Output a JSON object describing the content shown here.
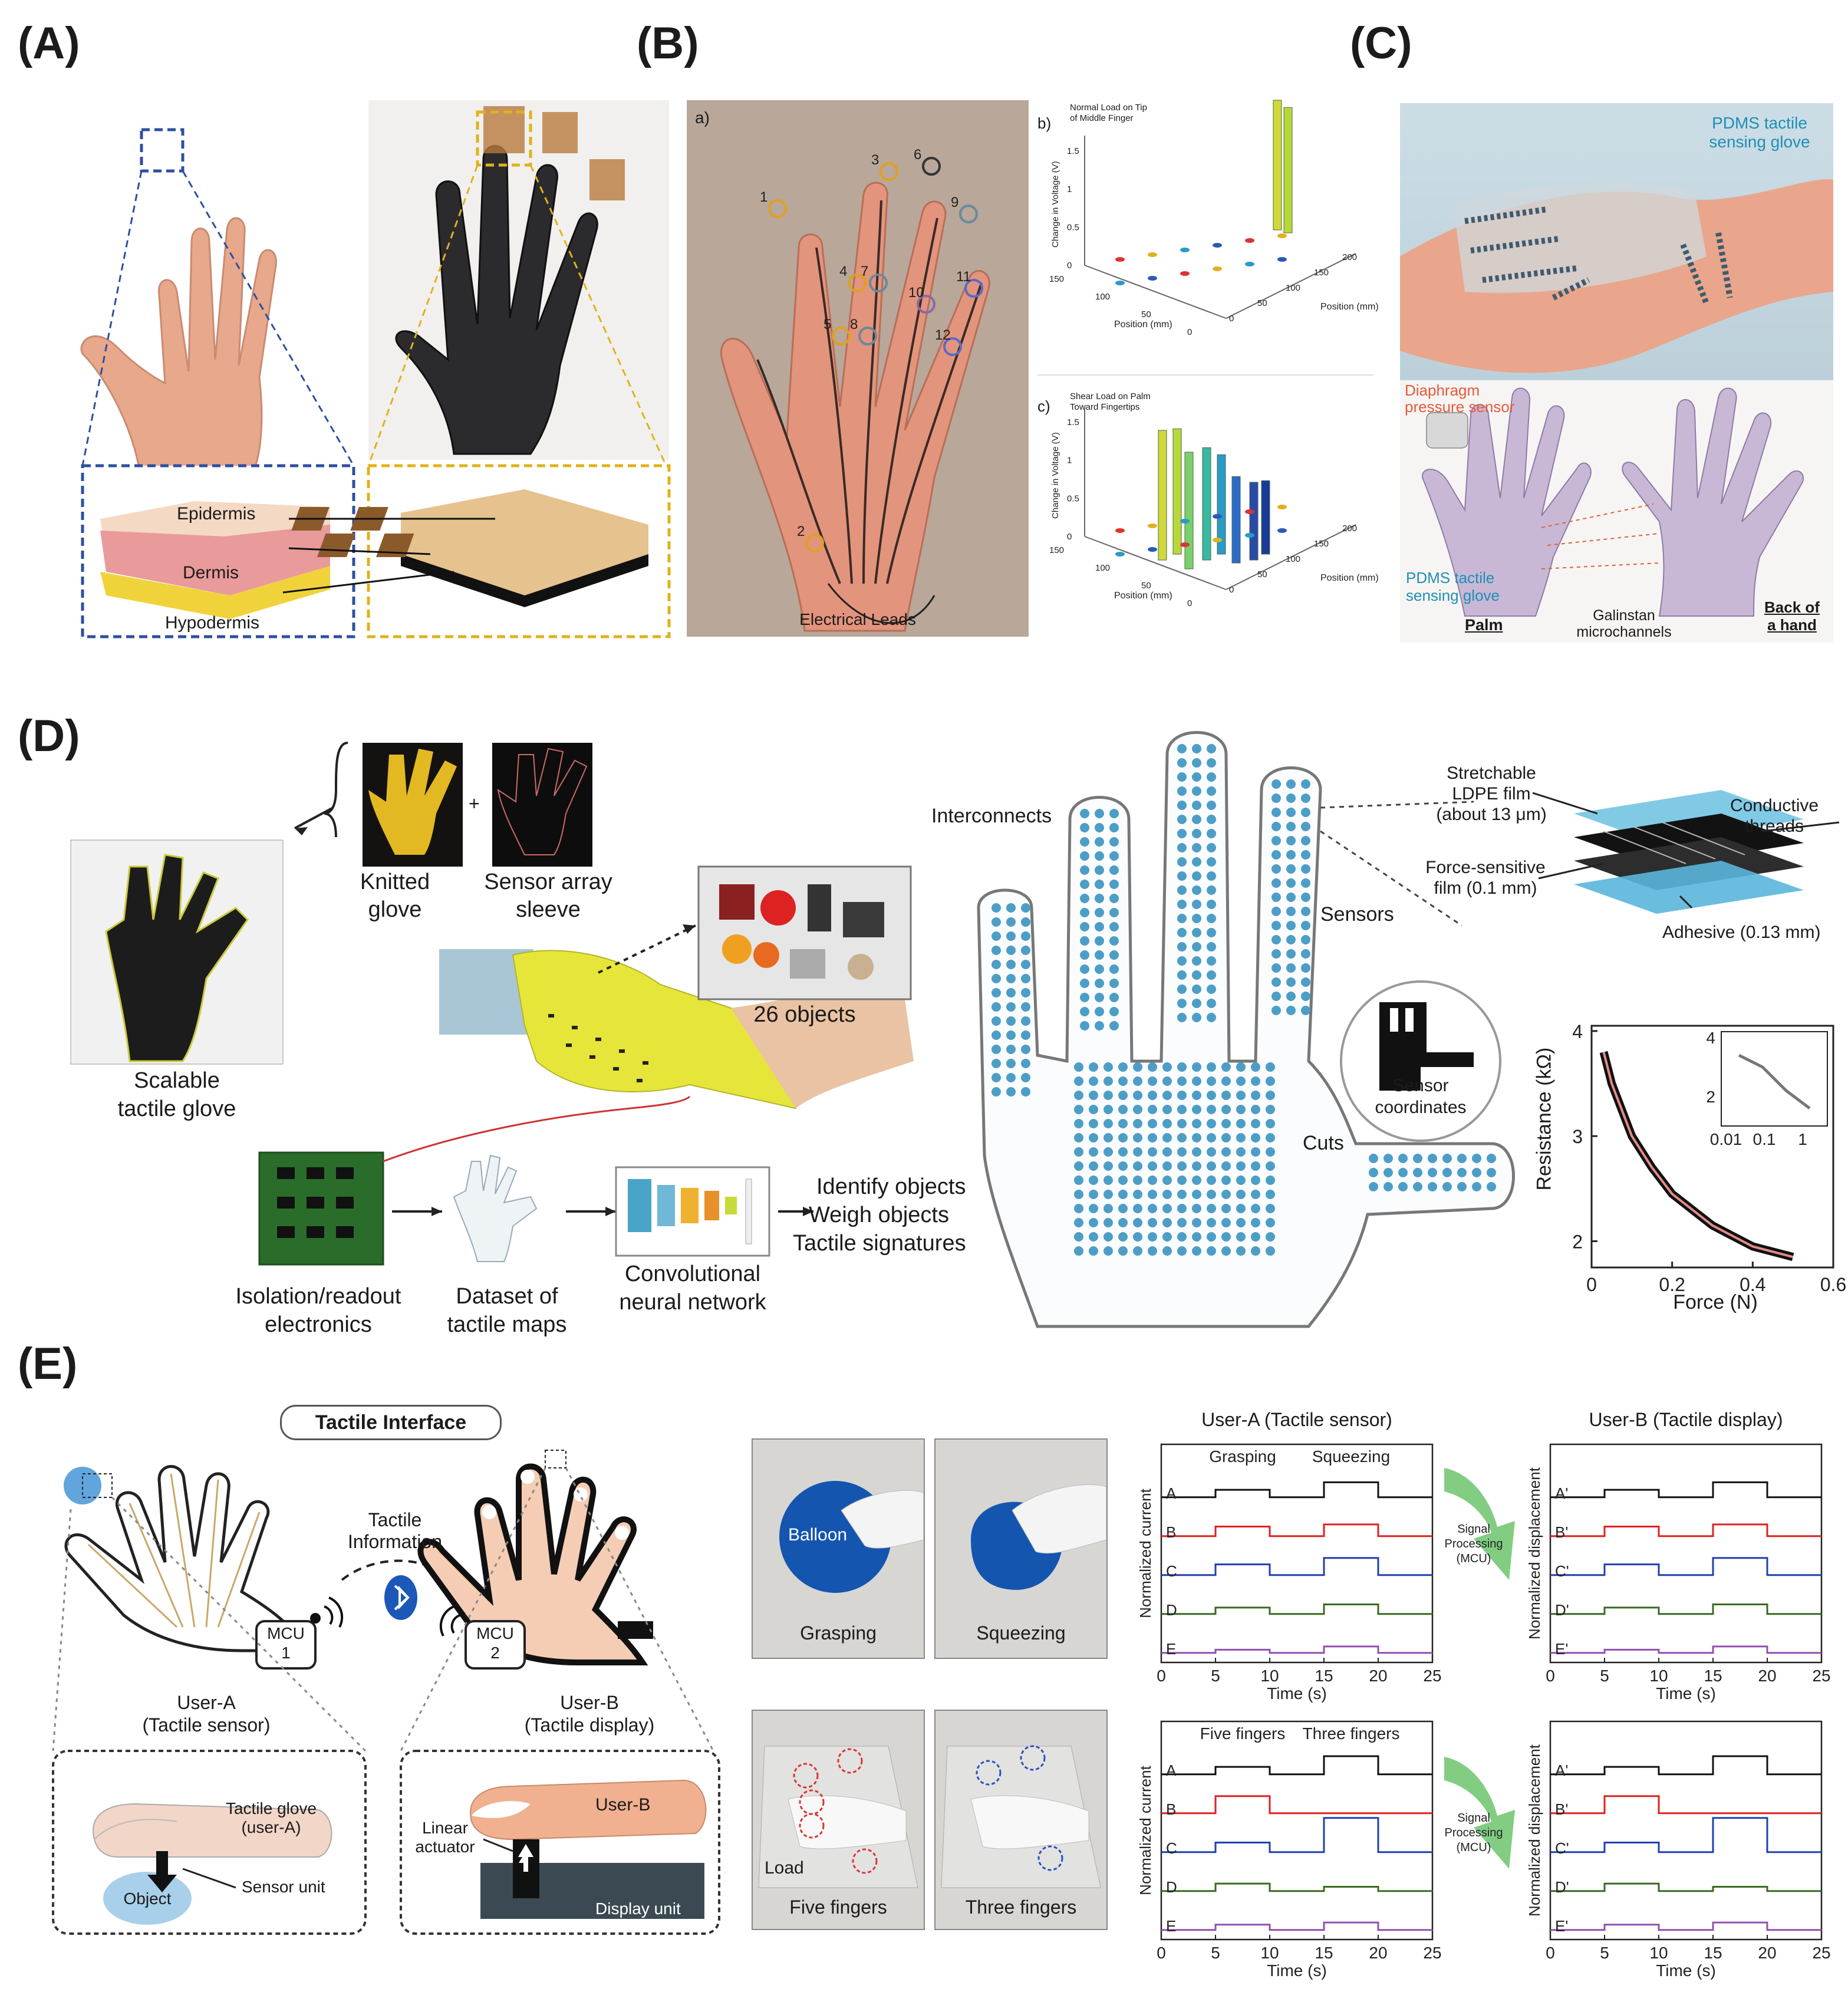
{
  "panels": {
    "a": {
      "label": "(A)",
      "skin_layers": [
        "Epidermis",
        "Dermis",
        "Hypodermis"
      ]
    },
    "b": {
      "label": "(B)",
      "photo_label": "a)",
      "electrical_leads": "Electrical Leads",
      "sensor_numbers": [
        "1",
        "2",
        "3",
        "4",
        "5",
        "6",
        "7",
        "8",
        "9",
        "10",
        "11",
        "12"
      ],
      "chart_b": {
        "tag": "b)",
        "title_line1": "Normal Load on Tip",
        "title_line2": "of Middle Finger",
        "ylabel": "Change in Voltage (V)",
        "yticks": [
          "0",
          "0.5",
          "1",
          "1.5"
        ],
        "x_label": "Position (mm)",
        "x_ticks": [
          "150",
          "100",
          "50",
          "0"
        ],
        "y_label": "Position (mm)",
        "y_ticks": [
          "0",
          "50",
          "100",
          "150",
          "200"
        ]
      },
      "chart_c": {
        "tag": "c)",
        "title_line1": "Shear Load on Palm",
        "title_line2": "Toward Fingertips",
        "ylabel": "Change in Voltage (V)",
        "yticks": [
          "0",
          "0.5",
          "1",
          "1.5"
        ],
        "x_label": "Position (mm)",
        "x_ticks": [
          "150",
          "100",
          "50",
          "0"
        ],
        "y_label": "Position (mm)",
        "y_ticks": [
          "0",
          "50",
          "100",
          "150",
          "200"
        ]
      }
    },
    "c": {
      "label": "(C)",
      "pdms_top_l1": "PDMS tactile",
      "pdms_top_l2": "sensing glove",
      "diaphragm_l1": "Diaphragm",
      "diaphragm_l2": "pressure sensor",
      "pdms_bottom_l1": "PDMS tactile",
      "pdms_bottom_l2": "sensing glove",
      "palm": "Palm",
      "galinstan_l1": "Galinstan",
      "galinstan_l2": "microchannels",
      "back_l1": "Back of",
      "back_l2": "a hand"
    },
    "d": {
      "label": "(D)",
      "knitted_l1": "Knitted",
      "knitted_l2": "glove",
      "plus": "+",
      "sleeve_l1": "Sensor array",
      "sleeve_l2": "sleeve",
      "scalable_l1": "Scalable",
      "scalable_l2": "tactile glove",
      "objects": "26 objects",
      "isolation_l1": "Isolation/readout",
      "isolation_l2": "electronics",
      "dataset_l1": "Dataset of",
      "dataset_l2": "tactile maps",
      "cnn_l1": "Convolutional",
      "cnn_l2": "neural network",
      "outputs": [
        "Identify objects",
        "Weigh objects",
        "Tactile signatures"
      ],
      "interconnects": "Interconnects",
      "sensors": "Sensors",
      "cuts": "Cuts",
      "coord_l1": "Sensor",
      "coord_l2": "coordinates",
      "ldpe_l1": "Stretchable",
      "ldpe_l2": "LDPE film",
      "ldpe_l3": "(about 13 μm)",
      "conductive_l1": "Conductive",
      "conductive_l2": "threads",
      "fsf_l1": "Force-sensitive",
      "fsf_l2": "film (0.1 mm)",
      "adhesive": "Adhesive (0.13 mm)",
      "resistance_chart": {
        "xlabel": "Force (N)",
        "ylabel": "Resistance (kΩ)",
        "xticks": [
          "0",
          "0.2",
          "0.4",
          "0.6"
        ],
        "yticks": [
          "2",
          "3",
          "4"
        ],
        "inset_xticks": [
          "0.01",
          "0.1",
          "1"
        ],
        "inset_yticks": [
          "2",
          "4"
        ]
      }
    },
    "e": {
      "label": "(E)",
      "tactile_interface": "Tactile Interface",
      "tactile_info_l1": "Tactile",
      "tactile_info_l2": "Information",
      "mcu1_l1": "MCU",
      "mcu1_l2": "1",
      "mcu2_l1": "MCU",
      "mcu2_l2": "2",
      "user_a_l1": "User-A",
      "user_a_l2": "(Tactile sensor)",
      "user_b_l1": "User-B",
      "user_b_l2": "(Tactile display)",
      "glove_l1": "Tactile glove",
      "glove_l2": "(user-A)",
      "object": "Object",
      "sensor_unit": "Sensor unit",
      "linear_l1": "Linear",
      "linear_l2": "actuator",
      "user_b_finger": "User-B",
      "display_unit": "Display unit",
      "photos": [
        "Balloon",
        "Grasping",
        "Squeezing",
        "Load",
        "Five fingers",
        "Three fingers"
      ],
      "title_a": "User-A (Tactile sensor)",
      "title_b": "User-B (Tactile display)",
      "signal_l1": "Signal",
      "signal_l2": "Processing",
      "signal_l3": "(MCU)",
      "ylabel_a": "Normalized current",
      "ylabel_b": "Normalized displacement",
      "xlabel": "Time (s)",
      "xticks": [
        "0",
        "5",
        "10",
        "15",
        "20",
        "25"
      ],
      "top_events": [
        "Grasping",
        "Squeezing"
      ],
      "bottom_events": [
        "Five fingers",
        "Three fingers"
      ],
      "channels_a": [
        "A",
        "B",
        "C",
        "D",
        "E"
      ],
      "channels_b": [
        "A'",
        "B'",
        "C'",
        "D'",
        "E'"
      ]
    }
  },
  "chart_data": [
    {
      "type": "bar",
      "title": "Normal Load on Tip of Middle Finger",
      "xlabel": "Position (mm)",
      "ylabel": "Change in Voltage (V)",
      "ylim": [
        0,
        1.5
      ],
      "series": [
        {
          "name": "",
          "values": [
            1.5,
            1.45
          ]
        }
      ]
    },
    {
      "type": "bar",
      "title": "Shear Load on Palm Toward Fingertips",
      "xlabel": "Position (mm)",
      "ylabel": "Change in Voltage (V)",
      "ylim": [
        0,
        1.5
      ],
      "series": [
        {
          "name": "",
          "values": [
            1.5,
            1.45,
            1.35,
            1.3,
            1.15,
            1.0,
            0.9,
            0.85
          ]
        }
      ]
    },
    {
      "type": "line",
      "xlabel": "Force (N)",
      "ylabel": "Resistance (kΩ)",
      "xlim": [
        0,
        0.6
      ],
      "ylim": [
        1.75,
        4.05
      ],
      "x": [
        0.03,
        0.05,
        0.08,
        0.1,
        0.15,
        0.2,
        0.25,
        0.3,
        0.35,
        0.4,
        0.45,
        0.5
      ],
      "series": [
        {
          "name": "",
          "values": [
            3.8,
            3.5,
            3.2,
            3.0,
            2.7,
            2.45,
            2.3,
            2.15,
            2.05,
            1.95,
            1.9,
            1.85
          ]
        }
      ]
    },
    {
      "type": "line",
      "title": "User-A (Tactile sensor)",
      "xlabel": "Time (s)",
      "ylabel": "Normalized current",
      "xlim": [
        0,
        25
      ],
      "x": [
        0,
        5,
        5,
        10,
        10,
        15,
        15,
        20,
        20,
        25
      ],
      "series": [
        {
          "name": "A",
          "values": [
            0,
            0,
            0.35,
            0.35,
            0,
            0,
            0.7,
            0.7,
            0,
            0
          ]
        },
        {
          "name": "B",
          "values": [
            0,
            0,
            0.45,
            0.45,
            0,
            0,
            0.55,
            0.55,
            0,
            0
          ]
        },
        {
          "name": "C",
          "values": [
            0,
            0,
            0.5,
            0.5,
            0,
            0,
            0.8,
            0.8,
            0,
            0
          ]
        },
        {
          "name": "D",
          "values": [
            0,
            0,
            0.3,
            0.3,
            0,
            0,
            0.45,
            0.45,
            0,
            0
          ]
        },
        {
          "name": "E",
          "values": [
            0,
            0,
            0.15,
            0.15,
            0,
            0,
            0.3,
            0.3,
            0,
            0
          ]
        }
      ]
    },
    {
      "type": "line",
      "title": "User-B (Tactile display)",
      "xlabel": "Time (s)",
      "ylabel": "Normalized displacement",
      "xlim": [
        0,
        25
      ],
      "x": [
        0,
        5,
        5,
        10,
        10,
        15,
        15,
        20,
        20,
        25
      ],
      "series": [
        {
          "name": "A'",
          "values": [
            0,
            0,
            0.35,
            0.35,
            0,
            0,
            0.7,
            0.7,
            0,
            0
          ]
        },
        {
          "name": "B'",
          "values": [
            0,
            0,
            0.45,
            0.45,
            0,
            0,
            0.55,
            0.55,
            0,
            0
          ]
        },
        {
          "name": "C'",
          "values": [
            0,
            0,
            0.5,
            0.5,
            0,
            0,
            0.8,
            0.8,
            0,
            0
          ]
        },
        {
          "name": "D'",
          "values": [
            0,
            0,
            0.3,
            0.3,
            0,
            0,
            0.45,
            0.45,
            0,
            0
          ]
        },
        {
          "name": "E'",
          "values": [
            0,
            0,
            0.15,
            0.15,
            0,
            0,
            0.3,
            0.3,
            0,
            0
          ]
        }
      ]
    },
    {
      "type": "line",
      "xlabel": "Time (s)",
      "ylabel": "Normalized current",
      "xlim": [
        0,
        25
      ],
      "x": [
        0,
        5,
        5,
        10,
        10,
        15,
        15,
        20,
        20,
        25
      ],
      "series": [
        {
          "name": "A",
          "values": [
            0,
            0,
            0.35,
            0.35,
            0,
            0,
            0.85,
            0.85,
            0,
            0
          ]
        },
        {
          "name": "B",
          "values": [
            0,
            0,
            0.8,
            0.8,
            0,
            0,
            0,
            0,
            0,
            0
          ]
        },
        {
          "name": "C",
          "values": [
            0,
            0,
            0.45,
            0.45,
            0,
            0,
            1.6,
            1.6,
            0,
            0
          ]
        },
        {
          "name": "D",
          "values": [
            0,
            0,
            0.35,
            0.35,
            0,
            0,
            0.2,
            0.2,
            0,
            0
          ]
        },
        {
          "name": "E",
          "values": [
            0,
            0,
            0.25,
            0.25,
            0,
            0,
            0.35,
            0.35,
            0,
            0
          ]
        }
      ]
    },
    {
      "type": "line",
      "xlabel": "Time (s)",
      "ylabel": "Normalized displacement",
      "xlim": [
        0,
        25
      ],
      "x": [
        0,
        5,
        5,
        10,
        10,
        15,
        15,
        20,
        20,
        25
      ],
      "series": [
        {
          "name": "A'",
          "values": [
            0,
            0,
            0.35,
            0.35,
            0,
            0,
            0.85,
            0.85,
            0,
            0
          ]
        },
        {
          "name": "B'",
          "values": [
            0,
            0,
            0.8,
            0.8,
            0,
            0,
            0,
            0,
            0,
            0
          ]
        },
        {
          "name": "C'",
          "values": [
            0,
            0,
            0.45,
            0.45,
            0,
            0,
            1.6,
            1.6,
            0,
            0
          ]
        },
        {
          "name": "D'",
          "values": [
            0,
            0,
            0.35,
            0.35,
            0,
            0,
            0.2,
            0.2,
            0,
            0
          ]
        },
        {
          "name": "E'",
          "values": [
            0,
            0,
            0.25,
            0.25,
            0,
            0,
            0.35,
            0.35,
            0,
            0
          ]
        }
      ]
    }
  ]
}
